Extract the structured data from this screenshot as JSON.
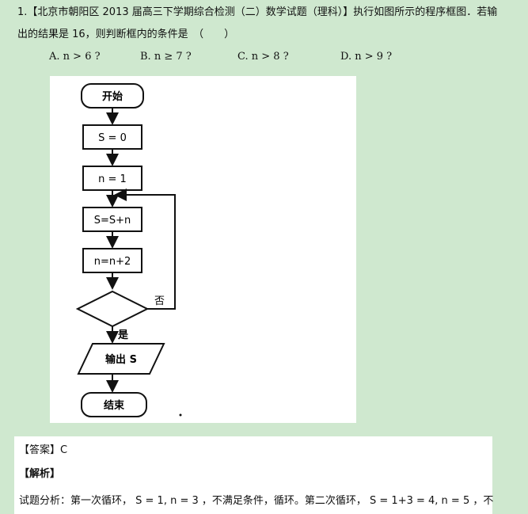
{
  "question": {
    "line1": "1.【北京市朝阳区 2013 届高三下学期综合检测（二）数学试题（理科）】执行如图所示的程序框图．若输",
    "line2": "出的结果是 16，则判断框内的条件是　（　　）"
  },
  "options": [
    {
      "letter": "A.",
      "text": "n > 6 ?"
    },
    {
      "letter": "B.",
      "text": "n ≥ 7 ?"
    },
    {
      "letter": "C.",
      "text": "n > 8 ?"
    },
    {
      "letter": "D.",
      "text": "n > 9 ?"
    }
  ],
  "flowchart": {
    "start": "开始",
    "init_s": "S = 0",
    "init_n": "n = 1",
    "update_s": "S=S+n",
    "update_n": "n=n+2",
    "no_label": "否",
    "yes_label": "是",
    "output": "输出 S",
    "end": "结束"
  },
  "answer": {
    "label": "【答案】C",
    "explanation_heading": "【解析】",
    "explanation": "试题分析：第一次循环，  S = 1, n = 3 ，不满足条件，循环。第二次循环，  S = 1+3 = 4, n = 5 ，不"
  },
  "colors": {
    "page_background": "#cfe8cf",
    "panel_background": "#ffffff",
    "ink": "#111111"
  }
}
